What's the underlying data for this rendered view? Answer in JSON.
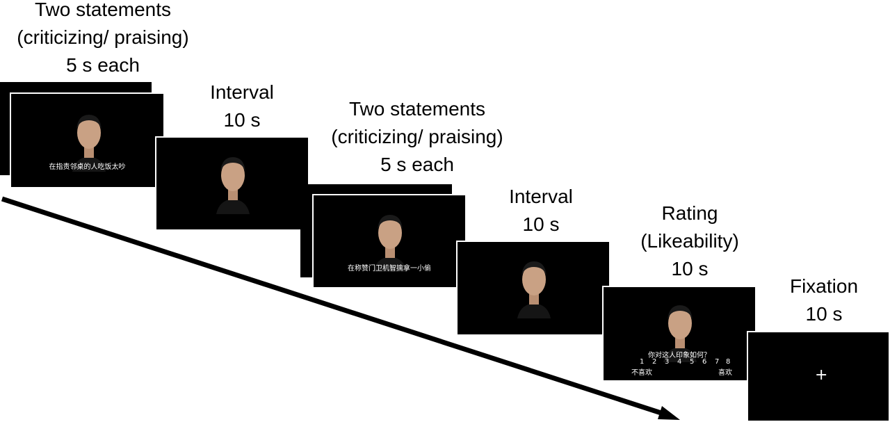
{
  "steps": [
    {
      "lines": [
        "Two statements",
        "(criticizing/ praising)",
        "5 s each"
      ]
    },
    {
      "lines": [
        "Interval",
        "10 s"
      ]
    },
    {
      "lines": [
        "Two statements",
        "(criticizing/ praising)",
        "5 s each"
      ]
    },
    {
      "lines": [
        "Interval",
        "10 s"
      ]
    },
    {
      "lines": [
        "Rating",
        "(Likeability)",
        "10 s"
      ]
    },
    {
      "lines": [
        "Fixation",
        "10 s"
      ]
    }
  ],
  "screens": {
    "statement1_caption": "在指责邻桌的人吃饭太吵",
    "statement2_caption": "在称赞门卫机智擒拿一小偷",
    "rating_question": "你对这人印象如何？",
    "rating_scale": [
      "1",
      "2",
      "3",
      "4",
      "5",
      "6",
      "7",
      "8"
    ],
    "rating_low_label": "不喜欢",
    "rating_high_label": "喜欢",
    "fixation_symbol": "+"
  },
  "colors": {
    "screen": "#000000",
    "screen_text": "#ffffff",
    "label_text": "#000000",
    "skin": "#c9a184",
    "hair": "#1a1a1a"
  }
}
